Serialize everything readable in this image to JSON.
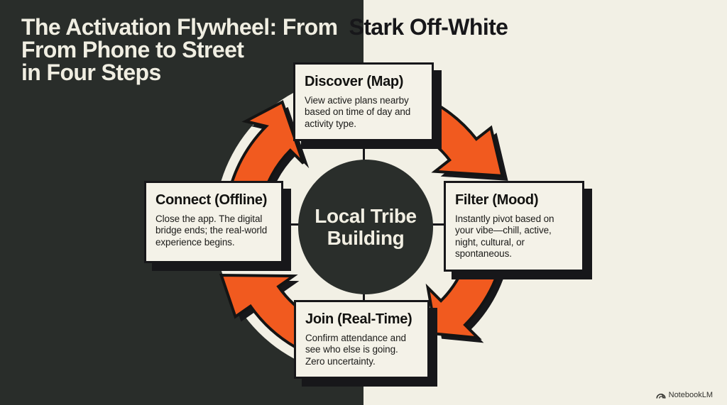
{
  "title": {
    "part1_on_dark": "The Activation Flywheel: From",
    "part2_on_light": "Stark Off-White",
    "line2": "From Phone to Street",
    "line3": "in Four Steps"
  },
  "center": {
    "label": "Local Tribe Building"
  },
  "steps": [
    {
      "id": "discover",
      "title": "Discover (Map)",
      "description": "View active plans nearby based on time of day and activity type."
    },
    {
      "id": "filter",
      "title": "Filter (Mood)",
      "description": "Instantly pivot based on your vibe—chill, active, night, cultural, or spontaneous."
    },
    {
      "id": "join",
      "title": "Join (Real-Time)",
      "description": "Confirm attendance and see who else is going. Zero uncertainty."
    },
    {
      "id": "connect",
      "title": "Connect (Offline)",
      "description": "Close the app. The digital bridge ends; the real-world experience begins."
    }
  ],
  "branding": {
    "logo_text": "NotebookLM"
  },
  "colors": {
    "dark_panel": "#292d2a",
    "off_white": "#f2f0e5",
    "arrow_orange": "#f15a1f",
    "ink": "#17171a"
  }
}
